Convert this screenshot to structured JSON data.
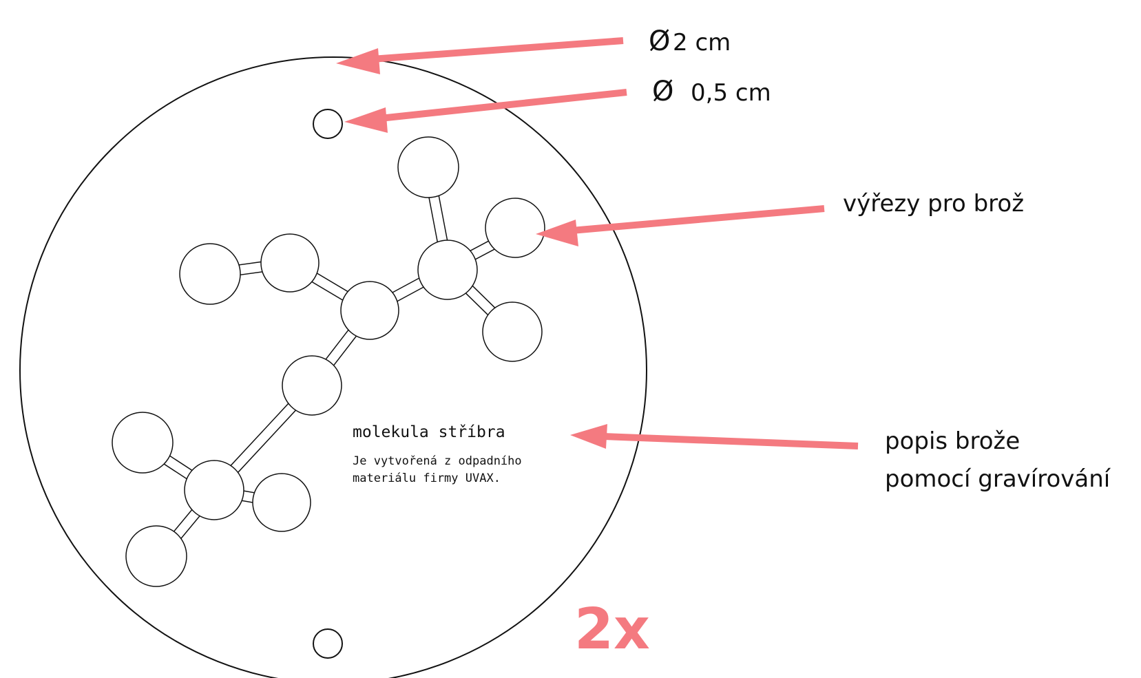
{
  "annotations": {
    "outer_diameter_symbol": "Ø",
    "outer_diameter_value": "2 cm",
    "hole_diameter_symbol": "Ø",
    "hole_diameter_value": "0,5 cm",
    "cutouts_label": "výřezy pro brož",
    "engraving_label_line1": "popis brože",
    "engraving_label_line2": "pomocí gravírování"
  },
  "engraving": {
    "title": "molekula stříbra",
    "line1": "Je vytvořená z odpadního",
    "line2": "materiálu firmy UVAX."
  },
  "count_label": "2x",
  "colors": {
    "arrow": "#f47a80",
    "outline": "#111111",
    "background": "#ffffff"
  }
}
